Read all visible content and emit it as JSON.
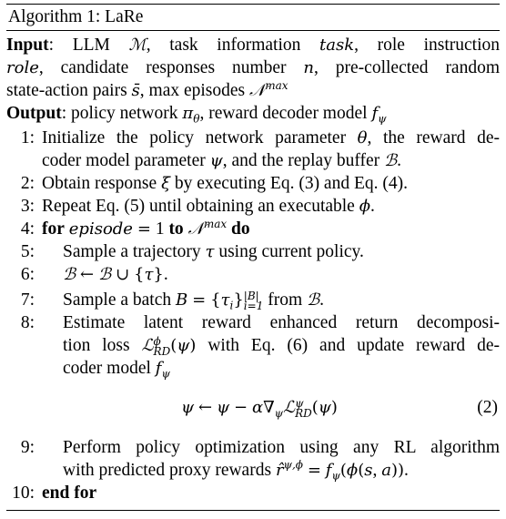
{
  "caption": "Algorithm 1: LaRe",
  "input": {
    "label": "Input",
    "lines": [
      ": LLM ℳ, task information task, role instruction",
      "role, candidate responses number n, pre-collected random",
      "state-action pairs s̄, max episodes 𝒩^max"
    ]
  },
  "output": {
    "label": "Output",
    "text": ": policy network π_θ, reward decoder model f_ψ"
  },
  "steps": [
    {
      "num": "1:",
      "indent": false,
      "lines": [
        "Initialize the policy network parameter θ, the reward de-",
        "coder model parameter ψ, and the replay buffer ℬ."
      ]
    },
    {
      "num": "2:",
      "indent": false,
      "lines": [
        "Obtain response ξ by executing Eq. (3) and Eq. (4)."
      ]
    },
    {
      "num": "3:",
      "indent": false,
      "lines": [
        "Repeat Eq. (5) until obtaining an executable ϕ."
      ]
    },
    {
      "num": "4:",
      "indent": false,
      "kw_for": "for",
      "kw_to": "to",
      "kw_do": "do",
      "for_var": "episode = 1",
      "for_max": "𝒩^max"
    },
    {
      "num": "5:",
      "indent": true,
      "lines": [
        "Sample a trajectory τ using current policy."
      ]
    },
    {
      "num": "6:",
      "indent": true,
      "lines": [
        "ℬ ← ℬ ∪ {τ}."
      ]
    },
    {
      "num": "7:",
      "indent": true,
      "lines": [
        "Sample a batch B = {τ_i}_{i=1}^{|B|} from ℬ."
      ]
    },
    {
      "num": "8:",
      "indent": true,
      "lines": [
        "Estimate latent reward enhanced return decomposi-",
        "tion loss ℒ_RD^ϕ(ψ) with Eq. (6) and update reward de-",
        "coder model f_ψ"
      ]
    },
    {
      "num": "9:",
      "indent": true,
      "lines": [
        "Perform policy optimization using any RL algorithm",
        "with predicted proxy rewards r̂^{ψ,ϕ} = f_ψ(ϕ(s, a))."
      ]
    },
    {
      "num": "10:",
      "indent": false,
      "kw_end": "end for"
    }
  ],
  "equation": {
    "formula": "ψ ← ψ − α∇_ψ ℒ_RD^ψ(ψ)",
    "number": "(2)"
  },
  "labels": {
    "input_p1": "LLM",
    "input_p2": ", task information",
    "input_p3": ", role instruction",
    "input_p4": ", candidate responses number",
    "input_p5": ", pre-collected random",
    "input_p6": "state-action pairs",
    "input_p7": ", max episodes",
    "output_p1": ": policy network",
    "output_p2": ", reward decoder model",
    "s1a": "Initialize the policy network parameter",
    "s1b": ", the reward de-",
    "s1c": "coder model parameter",
    "s1d": ", and the replay buffer",
    "s2a": "Obtain response",
    "s2b": "by executing Eq. (3) and Eq. (4).",
    "s3a": "Repeat Eq. (5) until obtaining an executable",
    "s5a": "Sample a trajectory",
    "s5b": "using current policy.",
    "s7a": "Sample a batch",
    "s7b": "from",
    "s8a": "Estimate latent reward enhanced return decomposi-",
    "s8b": "tion loss",
    "s8c": "with Eq. (6) and update reward de-",
    "s8d": "coder model",
    "s9a": "Perform policy optimization using any RL algorithm",
    "s9b": "with predicted proxy rewards"
  }
}
